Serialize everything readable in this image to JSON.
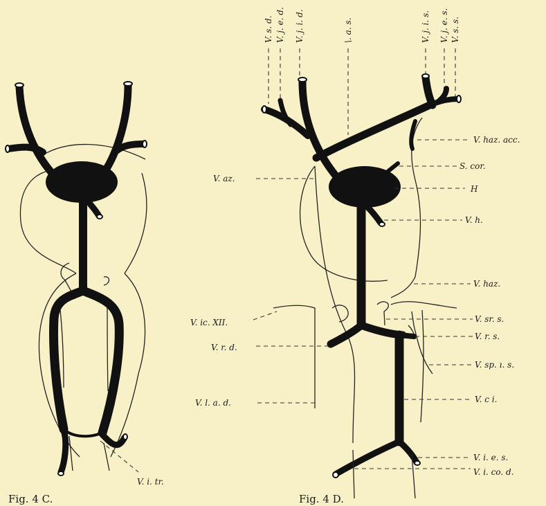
{
  "figures": [
    {
      "caption": "Fig. 4 C.",
      "labels": {
        "v_i_tr": "V. i. tr."
      }
    },
    {
      "caption": "Fig. 4 D.",
      "labels": {
        "v_s_d": "V. s. d.",
        "v_j_e_d": "V. j. e. d.",
        "v_j_i_d": "V. j. i. d.",
        "v_a_s": "\\. a. s.",
        "v_j_i_s": "V. j. i. s.",
        "v_j_e_s": "V. j. e. s.",
        "v_s_s": "V. s. s.",
        "v_haz_acc": "V. haz. acc.",
        "v_az": "V. az.",
        "s_cor": "S. cor.",
        "h": "H",
        "v_h": "V. h.",
        "v_haz": "V. haz.",
        "v_ic_xii": "V. ic. XII.",
        "v_sr_s": "V. sr. s.",
        "v_r_d": "V. r. d.",
        "v_r_s": "V. r. s.",
        "v_sp_i_s": "V. sp. ı. s.",
        "v_l_a_d": "V. l. a. d.",
        "v_c_i": "V. c i.",
        "v_i_e_s": "V. i. e. s.",
        "v_i_co_d": "V. i. co. d."
      }
    }
  ],
  "colors": {
    "paper": "#f8f1c8",
    "ink": "#111111"
  }
}
